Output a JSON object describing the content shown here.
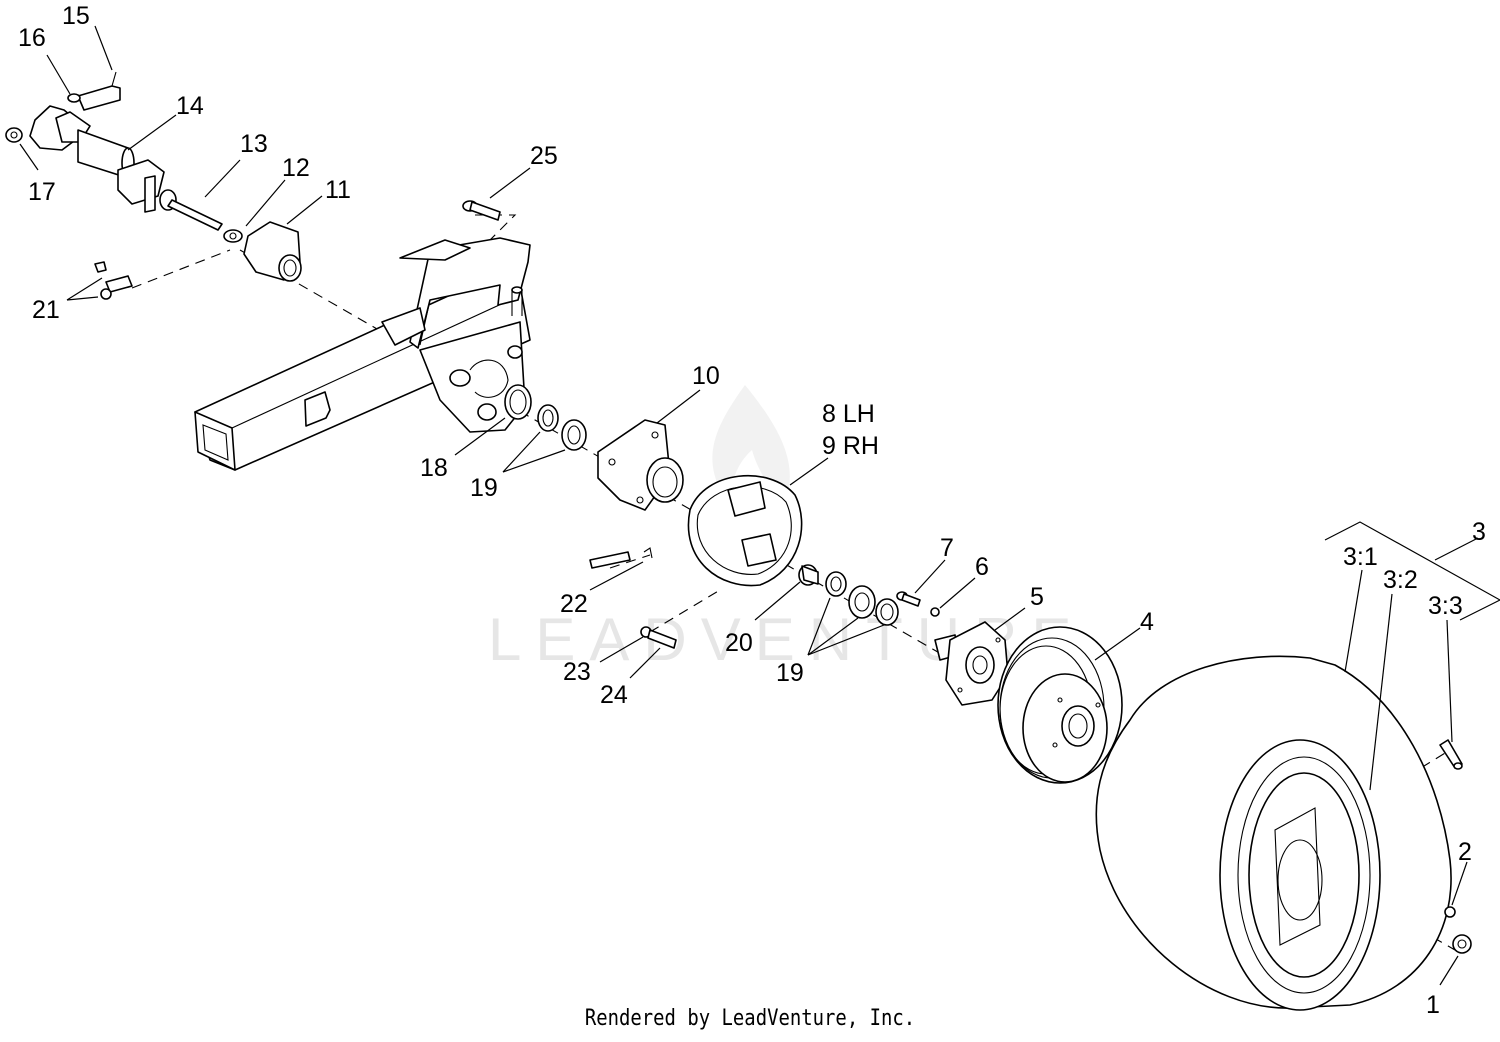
{
  "watermark_text": "LEADVENTURE",
  "credit": "Rendered by LeadVenture, Inc.",
  "callouts": [
    "1",
    "2",
    "3",
    "3:1",
    "3:2",
    "3:3",
    "4",
    "5",
    "6",
    "7",
    "8 LH",
    "9 RH",
    "10",
    "11",
    "12",
    "13",
    "14",
    "15",
    "16",
    "17",
    "18",
    "19",
    "20",
    "21",
    "22",
    "23",
    "24",
    "25"
  ],
  "icons": [
    "flame-logo-watermark"
  ]
}
